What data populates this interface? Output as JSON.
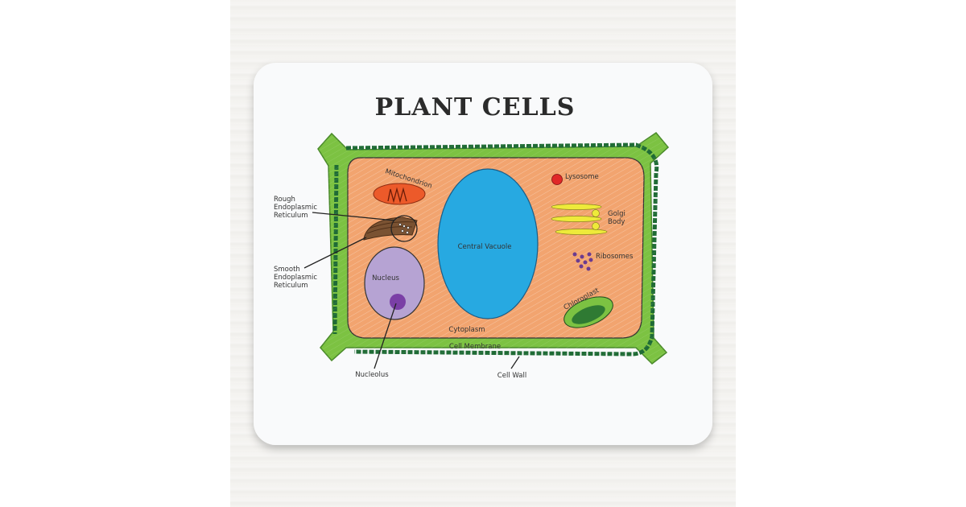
{
  "title": "PLANT CELLS",
  "labels": {
    "mitochondrion": "Mitochondrion",
    "rough_er": [
      "Rough",
      "Endoplasmic",
      "Reticulum"
    ],
    "smooth_er": [
      "Smooth",
      "Endoplasmic",
      "Reticulum"
    ],
    "nucleus": "Nucleus",
    "nucleolus": "Nucleolus",
    "central_vacuole": "Central Vacuole",
    "cytoplasm": "Cytoplasm",
    "cell_membrane": "Cell Membrane",
    "cell_wall": "Cell Wall",
    "lysosome": "Lysosome",
    "golgi": [
      "Golgi",
      "Body"
    ],
    "ribosomes": "Ribosomes",
    "chloroplast": "Chloroplast"
  },
  "colors": {
    "cell_wall": "#7cc242",
    "cell_wall_edge": "#1f6b35",
    "cytoplasm": "#f2a46f",
    "vacuole": "#27a9e1",
    "nucleus": "#b6a3d3",
    "nucleolus": "#7a3fa6",
    "mitochondrion": "#ec5a2a",
    "lysosome": "#e02828",
    "golgi": "#eeea3a",
    "ribosome": "#6b3b8f",
    "chloroplast": "#3c9a3a",
    "er": "#7a5232"
  }
}
